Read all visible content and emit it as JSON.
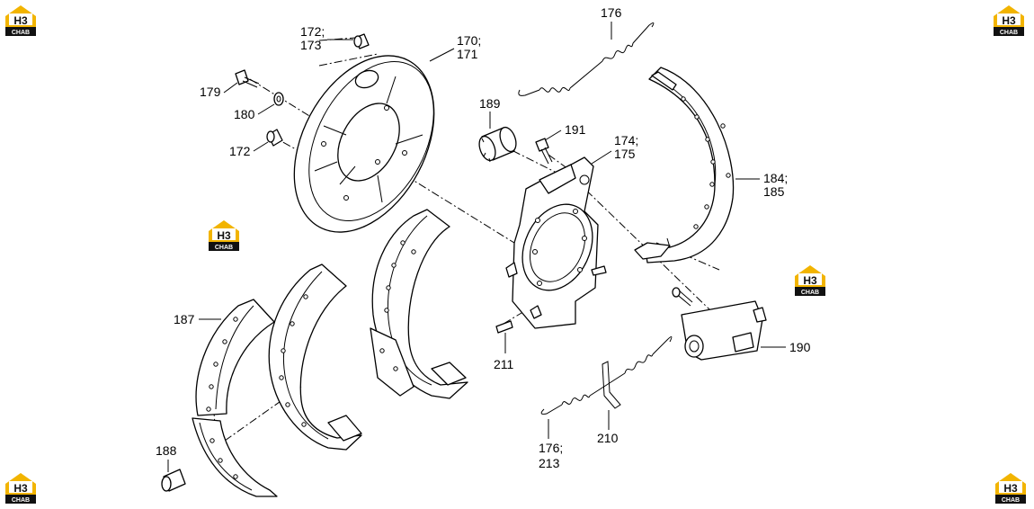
{
  "logo": {
    "mark": "H3",
    "caption": "CHAB",
    "color": "#f2b400"
  },
  "callouts": {
    "c176_top": "176",
    "c172_173_a": "172;",
    "c172_173_b": "173",
    "c170_171_a": "170;",
    "c170_171_b": "171",
    "c179": "179",
    "c180": "180",
    "c172": "172",
    "c189": "189",
    "c191": "191",
    "c174_175_a": "174;",
    "c174_175_b": "175",
    "c184_185_a": "184;",
    "c184_185_b": "185",
    "c187": "187",
    "c211": "211",
    "c190": "190",
    "c188": "188",
    "c176_213_a": "176;",
    "c176_213_b": "213",
    "c210": "210"
  }
}
